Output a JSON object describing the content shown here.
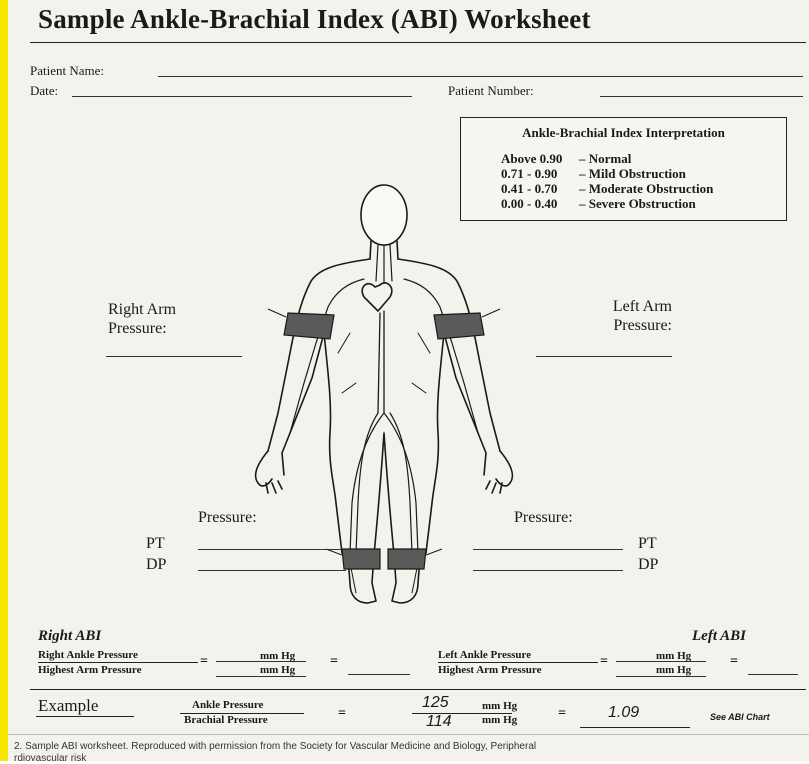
{
  "title": "Sample Ankle-Brachial Index (ABI) Worksheet",
  "fields": {
    "patient_name": "Patient Name:",
    "date": "Date:",
    "patient_number": "Patient Number:"
  },
  "interpretation": {
    "title": "Ankle-Brachial Index Interpretation",
    "rows": [
      {
        "range": "Above 0.90",
        "label": "– Normal"
      },
      {
        "range": "0.71 - 0.90",
        "label": "– Mild Obstruction"
      },
      {
        "range": "0.41 - 0.70",
        "label": "– Moderate Obstruction"
      },
      {
        "range": "0.00 - 0.40",
        "label": "– Severe Obstruction"
      }
    ]
  },
  "arms": {
    "right_line1": "Right Arm",
    "right_line2": "Pressure:",
    "left_line1": "Left Arm",
    "left_line2": "Pressure:"
  },
  "ankles": {
    "right_pressure": "Pressure:",
    "left_pressure": "Pressure:",
    "pt": "PT",
    "dp": "DP"
  },
  "abi": {
    "right_title": "Right ABI",
    "left_title": "Left ABI",
    "right_ankle": "Right Ankle Pressure",
    "highest_arm": "Highest Arm Pressure",
    "left_ankle": "Left Ankle Pressure",
    "mm_hg": "mm Hg",
    "equals": "="
  },
  "example": {
    "label": "Example",
    "ankle": "Ankle Pressure",
    "brachial": "Brachial Pressure",
    "ankle_value": "125",
    "brachial_value": "114",
    "result": "1.09",
    "see_chart": "See ABI Chart"
  },
  "caption": {
    "line1": "2.  Sample ABI worksheet. Reproduced with permission from the Society for Vascular Medicine and Biology, Peripheral",
    "line2": "rdiovascular risk"
  },
  "colors": {
    "paper": "#f4f2ec",
    "ink": "#1a1a1a",
    "cuff": "#555555",
    "edge": "#f3e600"
  }
}
